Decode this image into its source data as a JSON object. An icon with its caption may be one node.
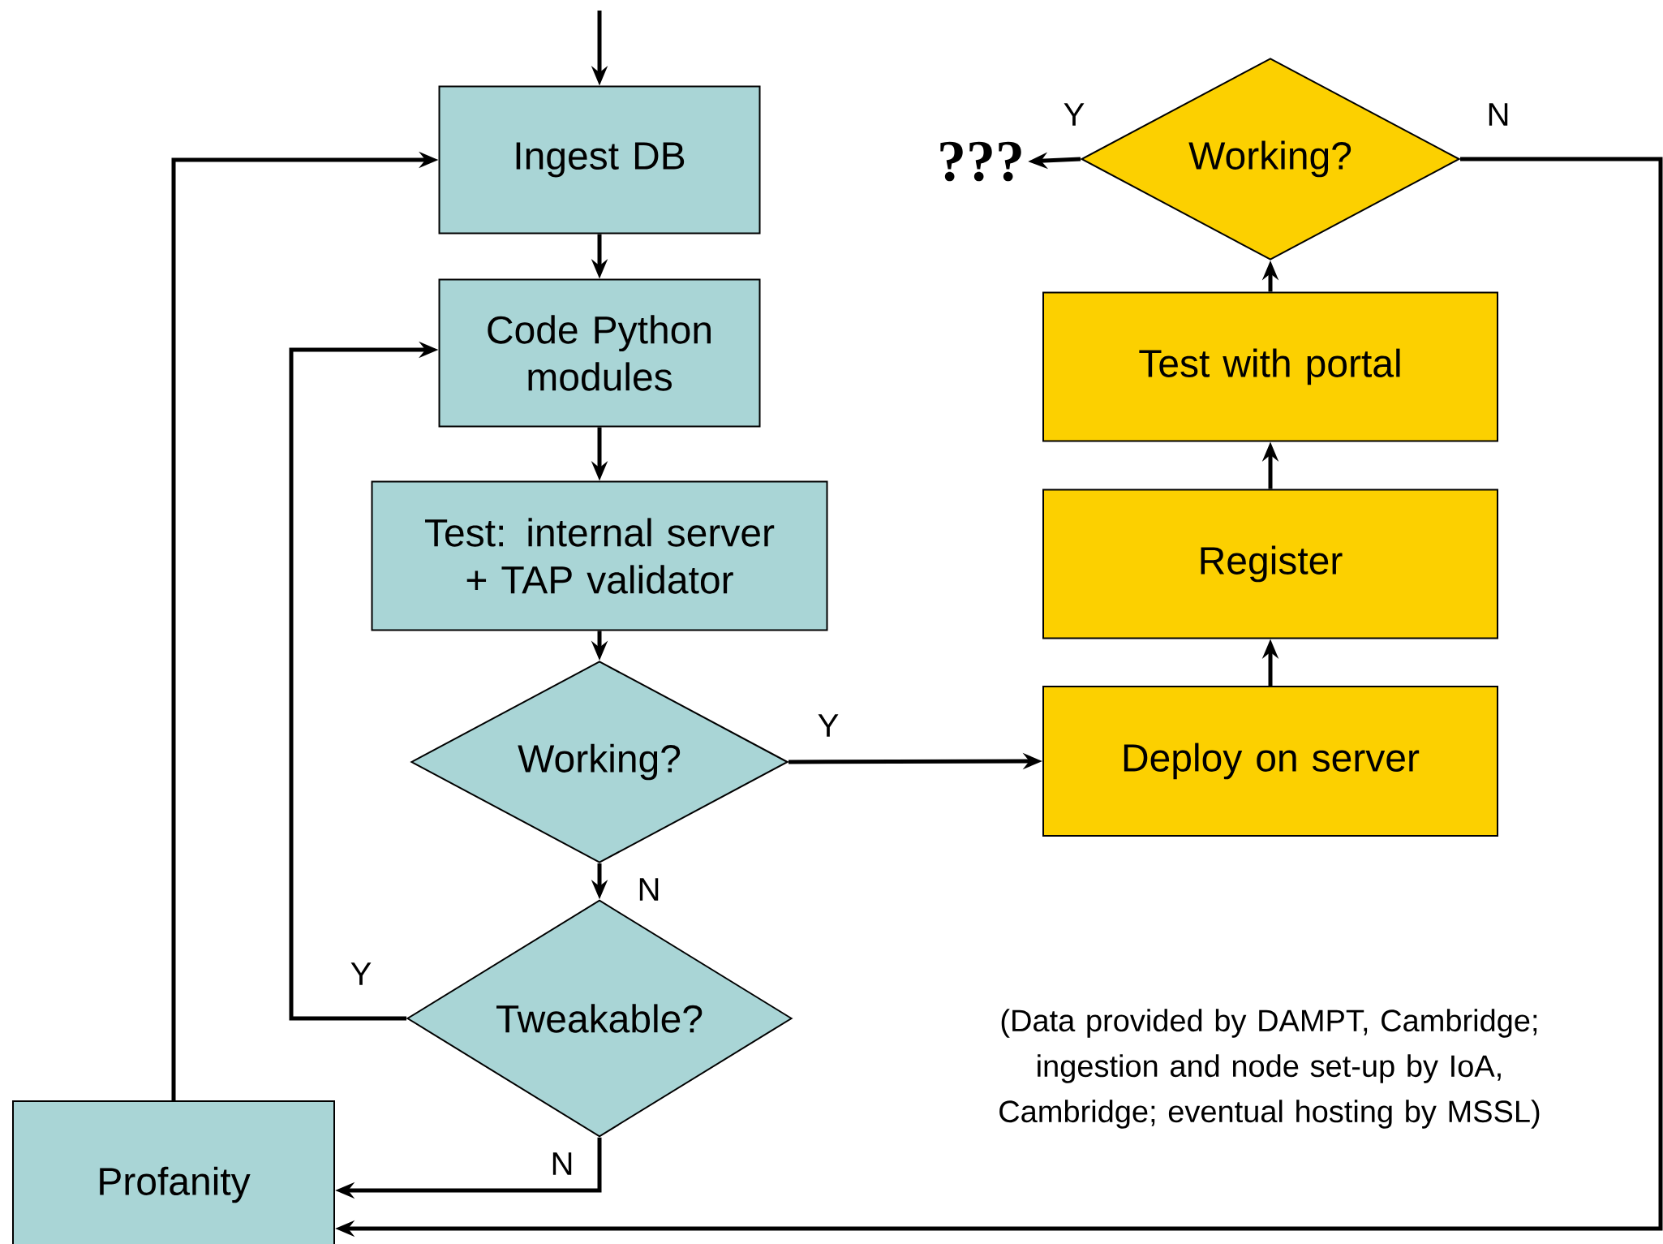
{
  "diagram": {
    "nodes": [
      {
        "text": [
          "Ingest DB"
        ]
      },
      {
        "text": [
          "Code Python modules"
        ]
      },
      {
        "text": [
          "Test: internal server + TAP validator"
        ]
      },
      {
        "text": [
          "Working?"
        ]
      },
      {
        "text": [
          "Tweakable?"
        ]
      },
      {
        "text": [
          "Profanity"
        ]
      },
      {
        "text": [
          "Deploy on server"
        ]
      },
      {
        "text": [
          "Register"
        ]
      },
      {
        "text": [
          "Test with portal"
        ]
      },
      {
        "text": [
          "Working?"
        ]
      },
      {
        "text": [
          "???"
        ]
      }
    ],
    "edges": [
      {
        "from": null,
        "to": 0,
        "arrow": "to"
      },
      {
        "from": 0,
        "to": 1,
        "arrow": "to"
      },
      {
        "from": 1,
        "to": 2,
        "arrow": "to"
      },
      {
        "from": 2,
        "to": 3,
        "arrow": "to"
      },
      {
        "from": 3,
        "to": 4,
        "arrow": "to",
        "label": "N"
      },
      {
        "from": 3,
        "to": 6,
        "arrow": "to",
        "label": "Y"
      },
      {
        "from": 6,
        "to": 7,
        "arrow": "to"
      },
      {
        "from": 7,
        "to": 8,
        "arrow": "to"
      },
      {
        "from": 8,
        "to": 9,
        "arrow": "to"
      },
      {
        "from": 9,
        "to": 10,
        "arrow": "to",
        "label": "Y"
      },
      {
        "from": 9,
        "to": 5,
        "arrow": "to",
        "label": "N"
      },
      {
        "from": 4,
        "to": 1,
        "arrow": "to",
        "label": "Y"
      },
      {
        "from": 4,
        "to": 5,
        "arrow": "to",
        "label": "N"
      },
      {
        "from": 5,
        "to": 0,
        "arrow": "to"
      }
    ],
    "labels": [
      "(Data provided by DAMPT, Cambridge; ingestion and node set-up by IoA, Cambridge; eventual hosting by MSSL)"
    ]
  }
}
